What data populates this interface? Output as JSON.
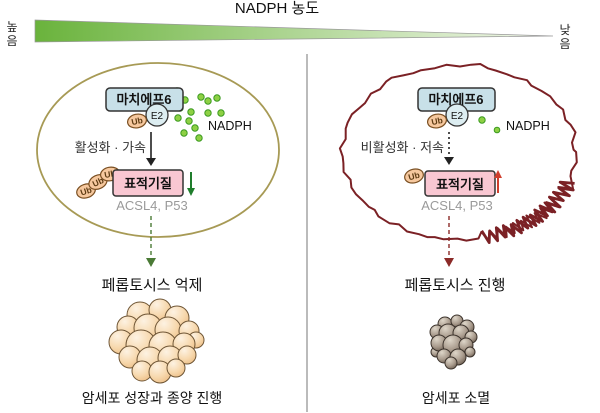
{
  "title": "NADPH 농도",
  "gradient_bar": {
    "left_label": "높음",
    "right_label": "낮음"
  },
  "colors": {
    "text": "#111111",
    "label-text": "#333333",
    "muted-text": "#9a9a9a",
    "wedge-start": "#6ab33c",
    "wedge-end": "#f3f8ec",
    "divider": "#777777",
    "cell-left": "#a79a55",
    "cell-right": "#7b2125",
    "box-border": "#333333",
    "enzyme-box-fill": "#c8e0e8",
    "e2-fill": "#dcedf1",
    "ub-fill": "#f6c89e",
    "ub-border": "#7a4f22",
    "ub-text": "#5c3a12",
    "nadph-dot-fill": "#8ed044",
    "nadph-dot-border": "#3a9a1f",
    "substrate-box-fill": "#f9c7d2",
    "down-arrow-green": "#1f7d2c",
    "up-arrow-red": "#cf3f2e",
    "arrow-dark": "#222222",
    "ferroptosis-arrow-left": "#4a7a35",
    "ferroptosis-arrow-right": "#8b2a28",
    "tumor-outline": "#6f5636",
    "necrotic-outline": "#3c332c"
  },
  "left_panel": {
    "enzyme_label": "마치에프6",
    "e2_label": "E2",
    "ub_label": "Ub",
    "nadph_label": "NADPH",
    "state_label": "활성화 · 가속",
    "substrate_label": "표적기질",
    "substrate_targets": "ACSL4, P53",
    "outcome_label": "페롭토시스 억제",
    "result_label": "암세포 성장과 종양 진행"
  },
  "right_panel": {
    "enzyme_label": "마치에프6",
    "e2_label": "E2",
    "ub_label": "Ub",
    "nadph_label": "NADPH",
    "state_label": "비활성화 · 저속",
    "substrate_label": "표적기질",
    "substrate_targets": "ACSL4, P53",
    "outcome_label": "페롭토시스 진행",
    "result_label": "암세포 소멸"
  }
}
